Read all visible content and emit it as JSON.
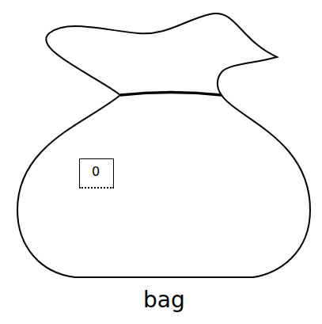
{
  "diagram": {
    "nodes": [
      {
        "text": [
          "bag"
        ]
      },
      {
        "text": [
          "0"
        ],
        "in": 0
      }
    ]
  }
}
